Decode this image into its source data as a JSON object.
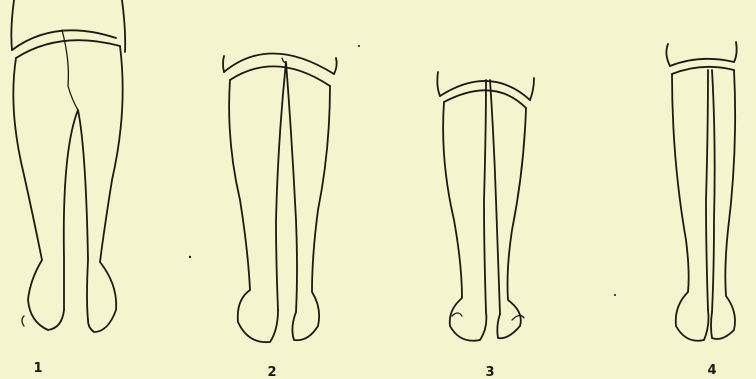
{
  "figures": [
    {
      "label": "1"
    },
    {
      "label": "2"
    },
    {
      "label": "3"
    },
    {
      "label": "4"
    }
  ]
}
